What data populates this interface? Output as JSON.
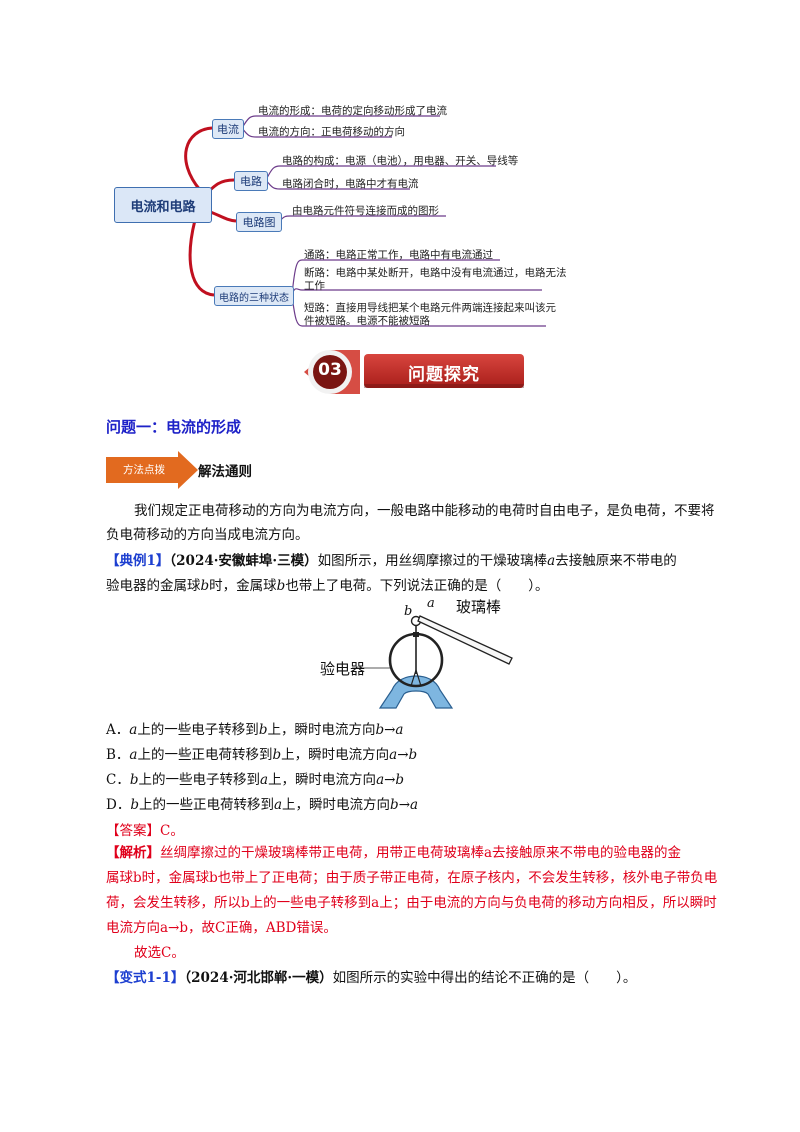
{
  "mindmap": {
    "root": "电流和电路",
    "branches": [
      {
        "label": "电流",
        "items": [
          "电流的形成：电荷的定向移动形成了电流",
          "电流的方向：正电荷移动的方向"
        ]
      },
      {
        "label": "电路",
        "items": [
          "电路的构成：电源（电池），用电器、开关、导线等",
          "电路闭合时，电路中才有电流"
        ]
      },
      {
        "label": "电路图",
        "items": [
          "由电路元件符号连接而成的图形"
        ]
      },
      {
        "label": "电路的三种状态",
        "items": [
          "通路：电路正常工作，电路中有电流通过",
          "断路：电路中某处断开，电路中没有电流通过，电路无法",
          "工作",
          "短路：直接用导线把某个电路元件两端连接起来叫该元",
          "件被短路。电源不能被短路"
        ]
      }
    ]
  },
  "banner": {
    "number": "03",
    "title": "问题探究"
  },
  "section": {
    "title": "问题一：电流的形成"
  },
  "method": {
    "tag": "方法点拨",
    "title": "解法通则"
  },
  "intro": {
    "line1": "我们规定正电荷移动的方向为电流方向，一般电路中能移动的电荷时自由电子，是负电荷，不要将",
    "line2": "负电荷移动的方向当成电流方向。"
  },
  "example1": {
    "tag": "【典例1】",
    "source": "（2024·安徽蚌埠·三模）",
    "text1": "如图所示，用丝绸摩擦过的干燥玻璃棒",
    "var_a": "a",
    "text2": "去接触原来不带电的",
    "line2a": "验电器的金属球",
    "var_b": "b",
    "line2b": "时，金属球",
    "var_b2": "b",
    "line2c": "也带上了电荷。下列说法正确的是（　　）。"
  },
  "figure": {
    "label_a": "a",
    "label_b": "b",
    "glass_rod": "玻璃棒",
    "electroscope": "验电器"
  },
  "options": [
    {
      "key": "A．",
      "v1": "a",
      "t1": "上的一些电子转移到",
      "v2": "b",
      "t2": "上，瞬时电流方向",
      "dir": "b→a"
    },
    {
      "key": "B．",
      "v1": "a",
      "t1": "上的一些正电荷转移到",
      "v2": "b",
      "t2": "上，瞬时电流方向",
      "dir": "a→b"
    },
    {
      "key": "C．",
      "v1": "b",
      "t1": "上的一些电子转移到",
      "v2": "a",
      "t2": "上，瞬时电流方向",
      "dir": "a→b"
    },
    {
      "key": "D．",
      "v1": "b",
      "t1": "上的一些正电荷转移到",
      "v2": "a",
      "t2": "上，瞬时电流方向",
      "dir": "b→a"
    }
  ],
  "answer": {
    "tag": "【答案】",
    "value": "C。"
  },
  "analysis": {
    "tag": "【解析】",
    "line1": "丝绸摩擦过的干燥玻璃棒带正电荷，用带正电荷玻璃棒a去接触原来不带电的验电器的金",
    "line2": "属球b时，金属球b也带上了正电荷；由于质子带正电荷，在原子核内，不会发生转移，核外电子带负电",
    "line3": "荷，会发生转移，所以b上的一些电子转移到a上；由于电流的方向与负电荷的移动方向相反，所以瞬时",
    "line4": "电流方向a→b，故C正确，ABD错误。"
  },
  "conclusion": "故选C。",
  "variant": {
    "tag": "【变式1-1】",
    "source": "（2024·河北邯郸·一模）",
    "text": "如图所示的实验中得出的结论不正确的是（　　）。"
  }
}
